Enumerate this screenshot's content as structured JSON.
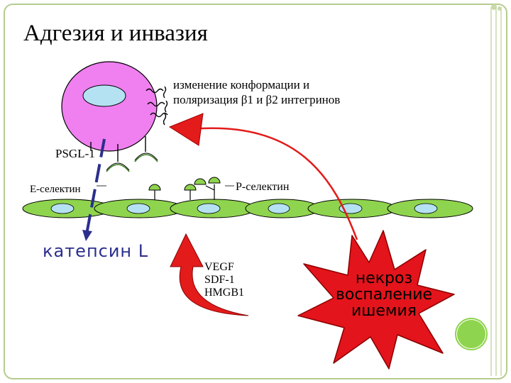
{
  "slide": {
    "title": "Адгезия и инвазия",
    "integrin_change": {
      "line1": "изменение конформации и",
      "line2": "поляризация β1 и β2 интегринов"
    },
    "psgl_label": "PSGL-1",
    "e_selectin_label": "Е-селектин",
    "p_selectin_label": "Р-селектин",
    "cathepsin_label": "катепсин L",
    "factors": [
      "VEGF",
      "SDF-1",
      "HMGB1"
    ],
    "damage": [
      "некроз",
      "воспаление",
      "ишемия"
    ]
  },
  "colors": {
    "frame": "#b6cc8e",
    "leukocyte": "#f07ff0",
    "nucleus": "#b5e2f3",
    "endothelium": "#8fd44e",
    "star": "#e3141b",
    "arrow": "#e31b1b",
    "cathepsin": "#2c2f8c",
    "corner_dot": "#8fd44e"
  }
}
